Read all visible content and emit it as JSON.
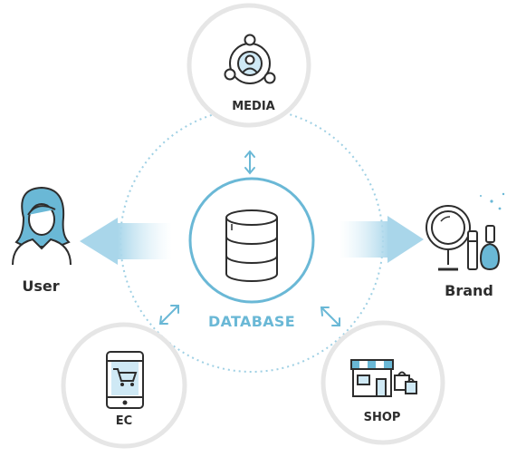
{
  "nodes": {
    "media": {
      "label": "MEDIA"
    },
    "ec": {
      "label": "EC"
    },
    "shop": {
      "label": "SHOP"
    },
    "user": {
      "label": "User"
    },
    "brand": {
      "label": "Brand"
    },
    "database": {
      "label": "DATABASE"
    }
  },
  "colors": {
    "accent": "#6ab8d6",
    "accent_light": "#cfe9f5",
    "circle_border": "#e6e6e6",
    "ink": "#2d2d2d"
  },
  "icons": [
    "network-people-icon",
    "mobile-cart-icon",
    "storefront-icon",
    "woman-avatar-icon",
    "vanity-mirror-icon",
    "database-icon"
  ]
}
